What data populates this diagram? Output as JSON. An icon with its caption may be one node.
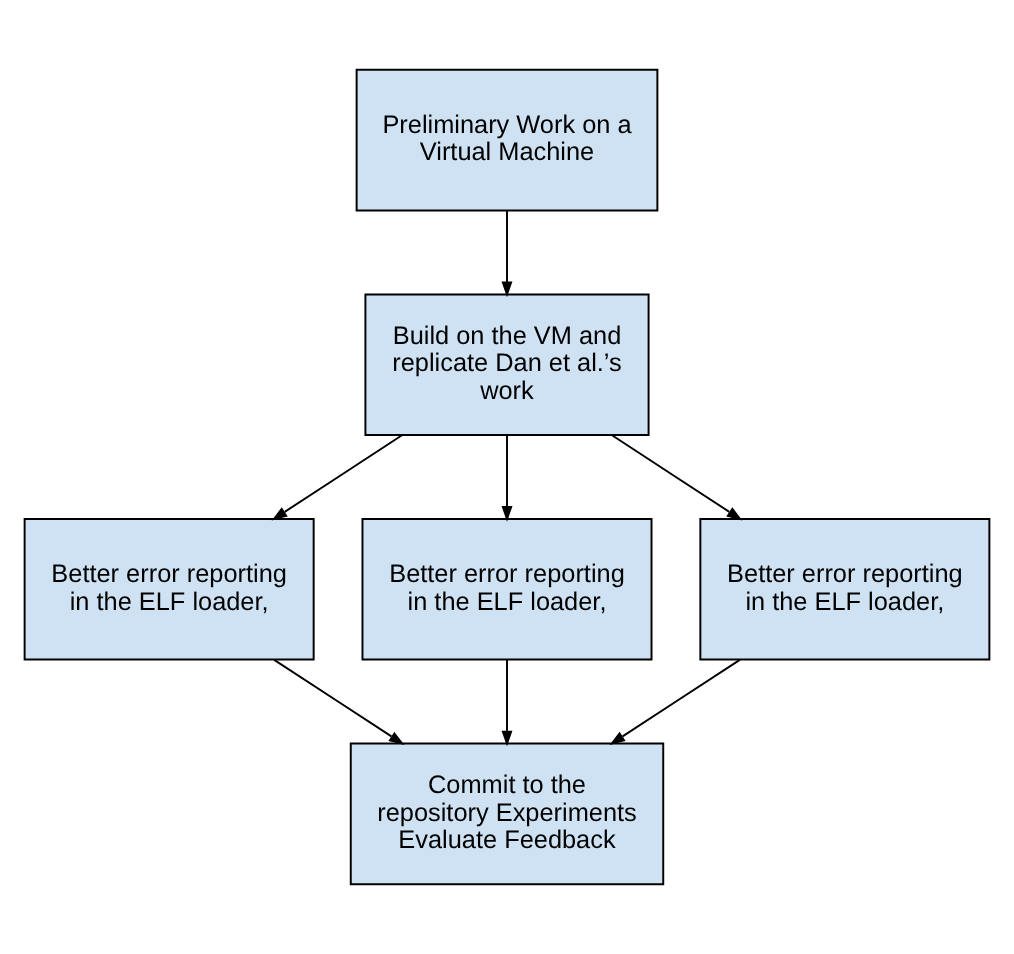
{
  "diagram": {
    "nodes": [
      {
        "text": [
          "Preliminary Work on a Virtual Machine"
        ]
      },
      {
        "text": [
          "Build on the VM and replicate Dan et al.’s work"
        ]
      },
      {
        "text": [
          "Better error reporting in the ELF loader,"
        ]
      },
      {
        "text": [
          "Better error reporting in the ELF loader,"
        ]
      },
      {
        "text": [
          "Better error reporting in the ELF loader,"
        ]
      },
      {
        "text": [
          "Commit to the repository Experiments Evaluate Feedback"
        ]
      }
    ],
    "edges": [
      {
        "from": 0,
        "to": 1,
        "arrow": "to"
      },
      {
        "from": 1,
        "to": 2,
        "arrow": "to"
      },
      {
        "from": 1,
        "to": 3,
        "arrow": "to"
      },
      {
        "from": 1,
        "to": 4,
        "arrow": "to"
      },
      {
        "from": 2,
        "to": 5,
        "arrow": "to"
      },
      {
        "from": 3,
        "to": 5,
        "arrow": "to"
      },
      {
        "from": 4,
        "to": 5,
        "arrow": "to"
      }
    ]
  }
}
